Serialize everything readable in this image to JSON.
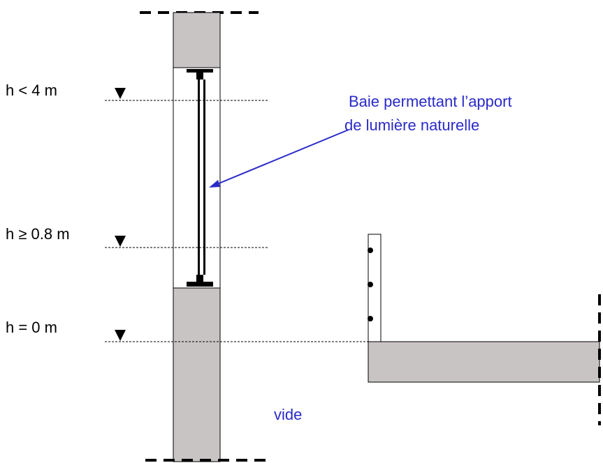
{
  "labels": {
    "level_top": "h < 4 m",
    "level_mid": "h ≥ 0.8 m",
    "level_zero": "h = 0 m"
  },
  "annotation": {
    "line1": "Baie permettant l’apport",
    "line2": "de lumière naturelle",
    "void": "vide"
  },
  "colors": {
    "wall_fill": "#c9c4c4",
    "annotation": "#2a2ac8",
    "stroke": "#000000"
  }
}
